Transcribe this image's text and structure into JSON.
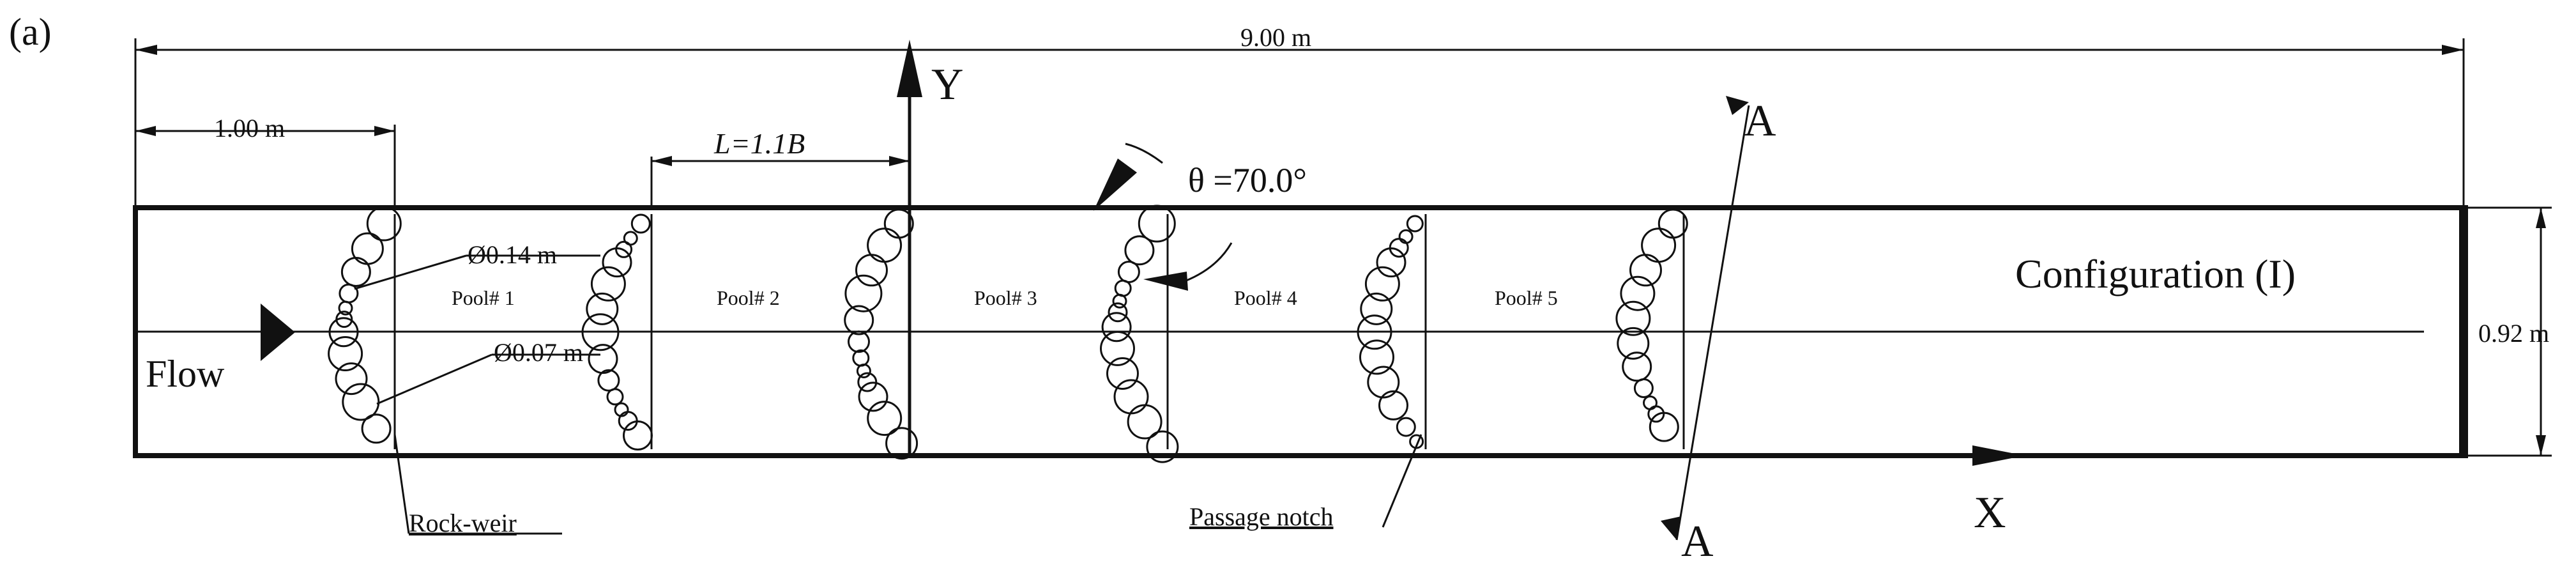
{
  "panel_label": "(a)",
  "dimensions": {
    "total_length": "9.00 m",
    "first_weir_distance": "1.00 m",
    "pool_length": "L=1.1B",
    "channel_width": "0.92 m"
  },
  "angle_label": "θ =70.0°",
  "axes": {
    "x": "X",
    "y": "Y"
  },
  "section_labels": {
    "top": "A",
    "bottom": "A"
  },
  "flow_label": "Flow",
  "configuration_label": "Configuration (I)",
  "diameter_labels": {
    "large": "Ø0.14 m",
    "small": "Ø0.07 m"
  },
  "pools": [
    "Pool# 1",
    "Pool# 2",
    "Pool# 3",
    "Pool# 4",
    "Pool# 5"
  ],
  "callouts": {
    "rock_weir": "Rock-weir",
    "passage_notch": "Passage notch"
  },
  "colors": {
    "line": "#111111",
    "background": "#ffffff"
  }
}
